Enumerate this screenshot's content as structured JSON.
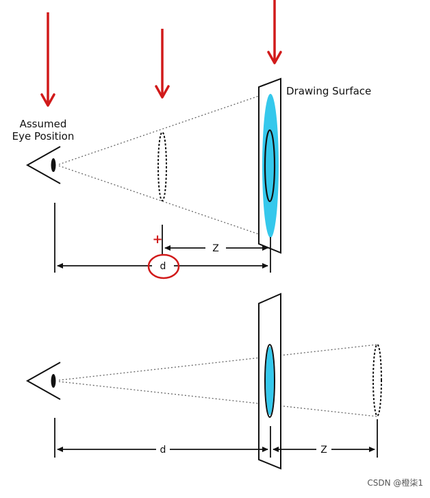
{
  "top": {
    "eye_label_line1": "Assumed",
    "eye_label_line2": "Eye Position",
    "surface_label": "Drawing Surface",
    "marker": "+",
    "d_label": "d",
    "z_label": "Z"
  },
  "bottom": {
    "d_label": "d",
    "z_label": "Z"
  },
  "watermark": "CSDN @橙柒1",
  "colors": {
    "red": "#d11a1a",
    "cyan": "#35c8ec",
    "line": "#111111"
  }
}
